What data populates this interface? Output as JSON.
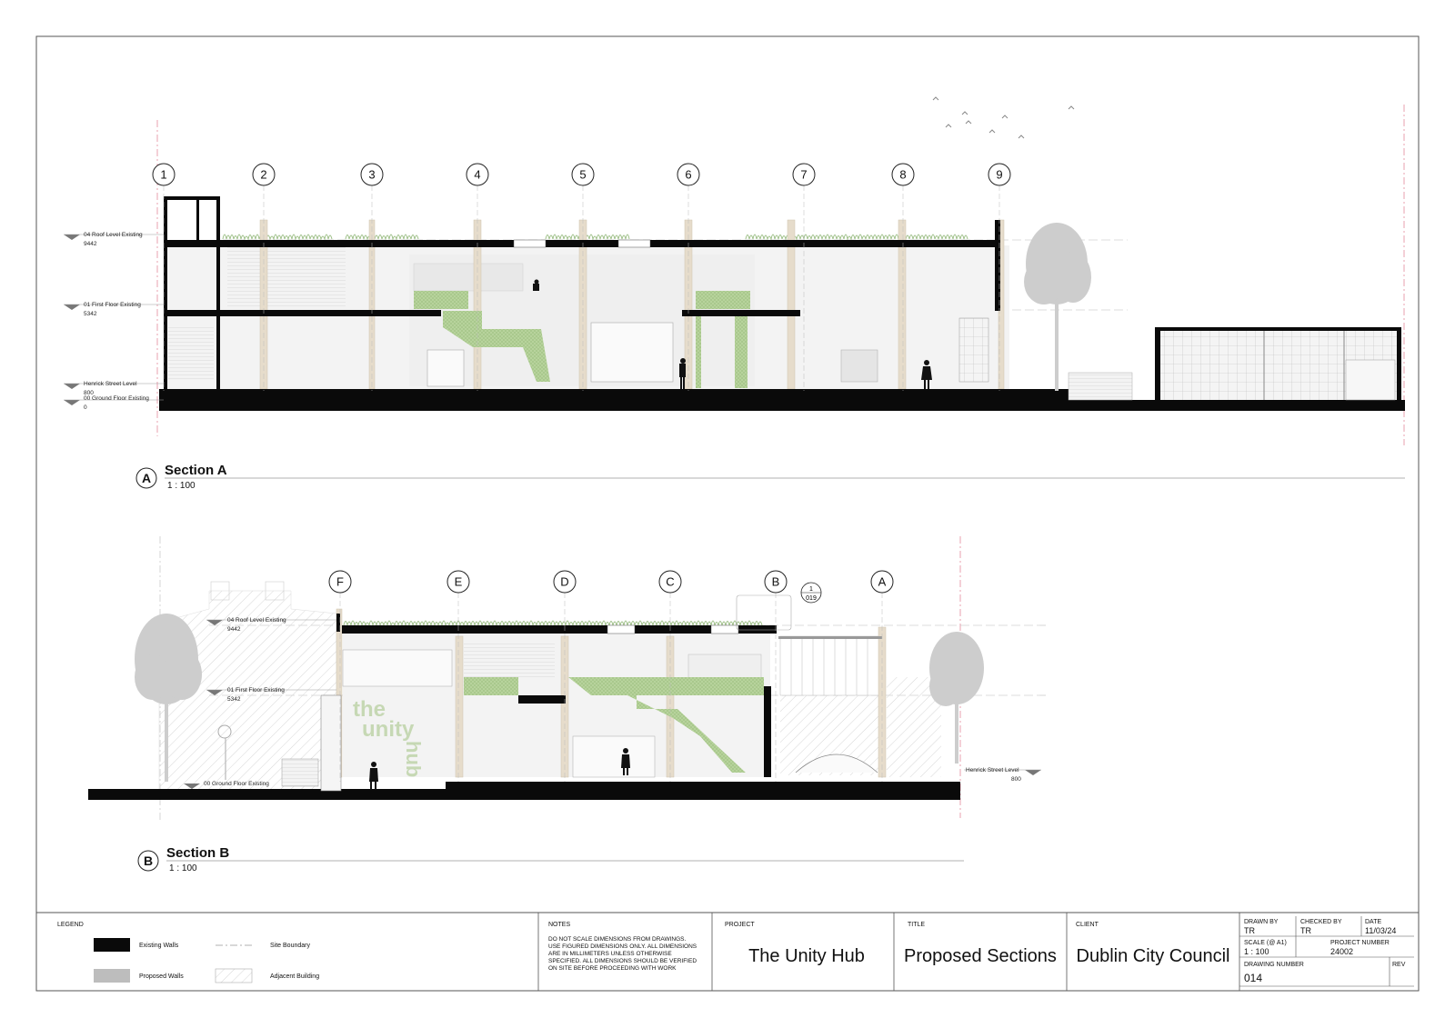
{
  "section_a": {
    "title": "Section A",
    "scale": "1 : 100",
    "marker": "A",
    "grid_labels": [
      "1",
      "2",
      "3",
      "4",
      "5",
      "6",
      "7",
      "8",
      "9"
    ],
    "levels": [
      {
        "name": "04 Roof Level  Existing",
        "value": "9442"
      },
      {
        "name": "01 First Floor Existing",
        "value": "5342"
      },
      {
        "name": "Henrick Street Level",
        "value": "800"
      },
      {
        "name": "00 Ground Floor Existing",
        "value": "0"
      }
    ]
  },
  "section_b": {
    "title": "Section B",
    "scale": "1 : 100",
    "marker": "B",
    "grid_labels": [
      "F",
      "E",
      "D",
      "C",
      "B",
      "A"
    ],
    "callout_top": "1",
    "callout_bottom": "019",
    "levels": [
      {
        "name": "04 Roof Level  Existing",
        "value": "9442"
      },
      {
        "name": "01 First Floor Existing",
        "value": "5342"
      },
      {
        "name": "00 Ground Floor Existing",
        "value": ""
      },
      {
        "name": "Henrick Street Level",
        "value": "800"
      }
    ],
    "mural_text": [
      "the",
      "unity",
      "hub"
    ]
  },
  "legend": {
    "heading": "LEGEND",
    "items": [
      {
        "label": "Existing Walls"
      },
      {
        "label": "Site Boundary"
      },
      {
        "label": "Proposed Walls"
      },
      {
        "label": "Adjacent Building"
      }
    ]
  },
  "notes": {
    "heading": "NOTES",
    "lines": [
      "DO NOT SCALE DIMENSIONS FROM DRAWINGS.",
      "USE FIGURED DIMENSIONS ONLY. ALL DIMENSIONS",
      "ARE IN MILLIMETERS UNLESS OTHERWISE",
      "SPECIFIED. ALL DIMENSIONS SHOULD BE VERIFIED",
      "ON SITE BEFORE PROCEEDING WITH WORK"
    ]
  },
  "title_block": {
    "project_label": "PROJECT",
    "project": "The Unity Hub",
    "title_label": "TITLE",
    "title": "Proposed Sections",
    "client_label": "CLIENT",
    "client": "Dublin City Council",
    "drawn_by_label": "DRAWN BY",
    "drawn_by": "TR",
    "checked_by_label": "CHECKED BY",
    "checked_by": "TR",
    "date_label": "DATE",
    "date": "11/03/24",
    "scale_label": "SCALE (@ A1)",
    "scale": "1 : 100",
    "project_number_label": "PROJECT NUMBER",
    "project_number": "24002",
    "drawing_number_label": "DRAWING NUMBER",
    "drawing_number": "014",
    "rev_label": "REV"
  },
  "colors": {
    "existing_wall": "#0a0a0a",
    "proposed_wall": "#bdbdbd",
    "green_mesh": "#a9c98e",
    "timber_column": "#e6dccb",
    "tree": "#c8c8c8"
  }
}
